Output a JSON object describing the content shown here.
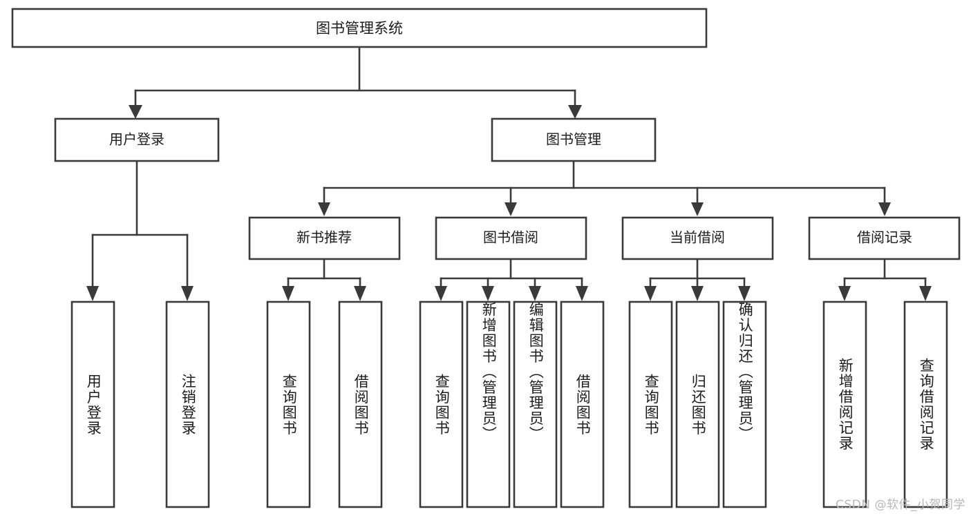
{
  "diagram": {
    "title": "图书管理系统",
    "type": "tree-hierarchy",
    "root": {
      "label": "图书管理系统"
    },
    "level2": [
      {
        "label": "用户登录"
      },
      {
        "label": "图书管理"
      }
    ],
    "level3": [
      {
        "label": "新书推荐"
      },
      {
        "label": "图书借阅"
      },
      {
        "label": "当前借阅"
      },
      {
        "label": "借阅记录"
      }
    ],
    "leaves": {
      "user_login": [
        {
          "label": "用户登录"
        },
        {
          "label": "注销登录"
        }
      ],
      "new_book_recommend": [
        {
          "label": "查询图书"
        },
        {
          "label": "借阅图书"
        }
      ],
      "book_borrow": [
        {
          "label": "查询图书"
        },
        {
          "label": "新增图书（管理员）"
        },
        {
          "label": "编辑图书（管理员）"
        },
        {
          "label": "借阅图书"
        }
      ],
      "current_borrow": [
        {
          "label": "查询图书"
        },
        {
          "label": "归还图书"
        },
        {
          "label": "确认归还（管理员）"
        }
      ],
      "borrow_record": [
        {
          "label": "新增借阅记录"
        },
        {
          "label": "查询借阅记录"
        }
      ]
    }
  },
  "watermark": {
    "text": "CSDN @软件_小贺同学"
  },
  "colors": {
    "stroke": "#3a3a3a",
    "text": "#1c1c1c",
    "background": "#ffffff",
    "watermark": "#b8b8b8"
  }
}
